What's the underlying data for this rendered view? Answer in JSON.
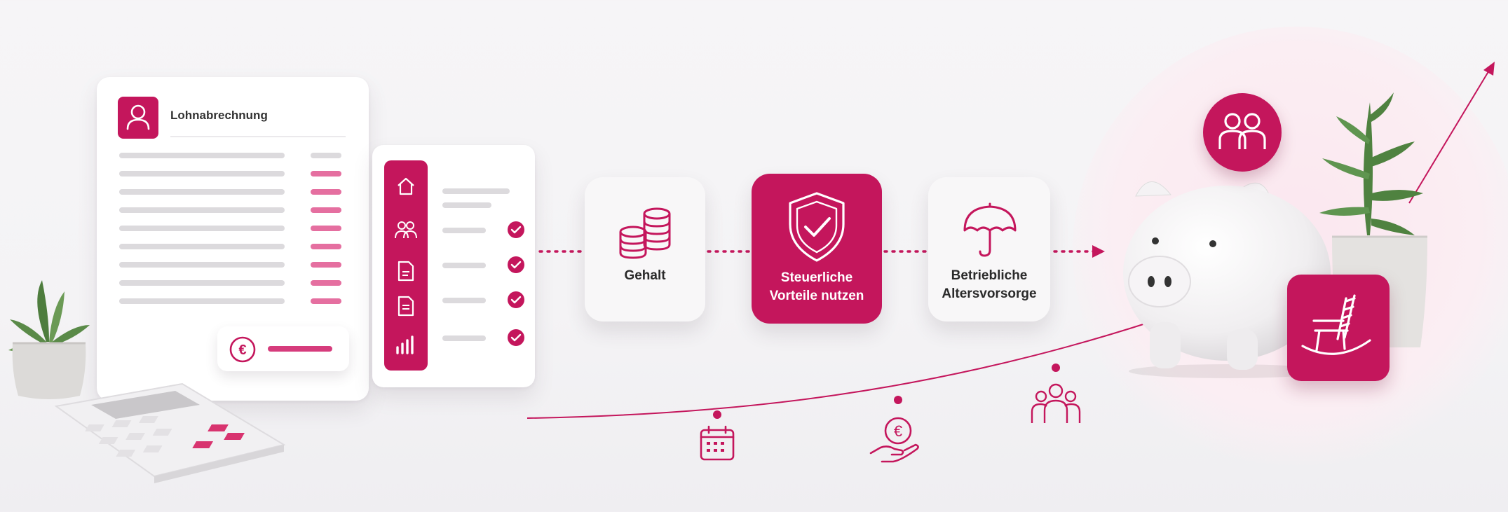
{
  "payslip": {
    "title": "Lohnabrechnung",
    "icon": "user-icon"
  },
  "side_menu": {
    "icons": [
      "home-icon",
      "users-icon",
      "document-icon",
      "document-list-icon",
      "bar-chart-icon"
    ]
  },
  "flow": {
    "steps": [
      {
        "label_line1": "Gehalt",
        "label_line2": "",
        "icon": "coins-icon"
      },
      {
        "label_line1": "Steuerliche",
        "label_line2": "Vorteile nutzen",
        "icon": "shield-check-icon"
      },
      {
        "label_line1": "Betriebliche",
        "label_line2": "Altersvorsorge",
        "icon": "umbrella-icon"
      }
    ]
  },
  "timeline": {
    "icons": [
      "calendar-icon",
      "euro-hand-icon",
      "group-icon"
    ]
  },
  "colors": {
    "accent": "#c4165c",
    "accent_light": "#e56fa0",
    "text": "#2a2a2a"
  }
}
